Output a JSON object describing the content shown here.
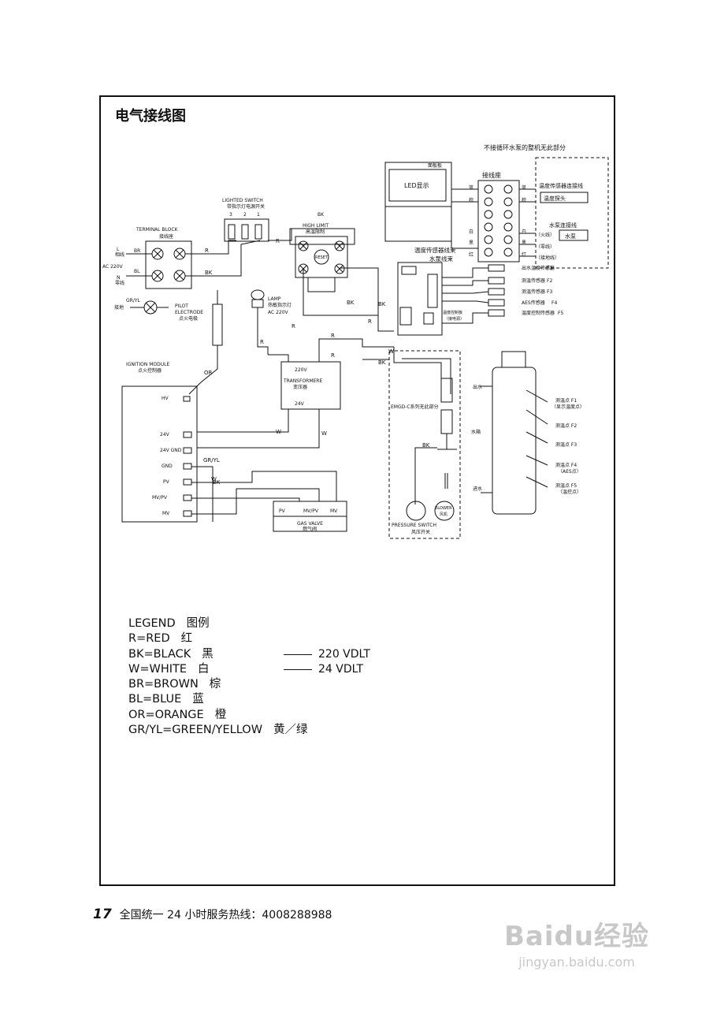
{
  "title": "电气接线图",
  "diagram": {
    "terminal_block": {
      "label": "TERMINAL BLOCK",
      "sub": "接线座",
      "l": "L",
      "l_sub": "相线",
      "n": "N",
      "n_sub": "零线",
      "ac": "AC 220V",
      "br": "BR",
      "bl": "BL"
    },
    "lighted_switch": {
      "label": "LIGHTED SWITCH",
      "sub": "带指示灯电源开关",
      "pins": [
        "3",
        "2",
        "1"
      ]
    },
    "high_limit": {
      "label": "HIGH LIMIT",
      "sub": "高温限制",
      "reset": "RESET",
      "bk": "BK"
    },
    "led": {
      "label": "LED显示",
      "sub": "面板板"
    },
    "connector": {
      "label": "接线座",
      "left_marks": [
        "蓝",
        "棕",
        "白",
        "黑",
        "红"
      ],
      "right_marks": [
        "蓝",
        "棕",
        "白",
        "黑",
        "红"
      ]
    },
    "note": "不接循环水泵的整机无此部分",
    "temp_sensor_line": "温度传感器连接线",
    "temp_probe": "温度探头",
    "pump_line": "水泵连接线",
    "pump_items": [
      "（火线）",
      "（零线）",
      "（接地线）"
    ],
    "pump": "水泵",
    "harness_1": "温度传感器线束",
    "harness_2": "水泵线束",
    "sensors": [
      {
        "cn": "出水温度传感器",
        "tag": "F1"
      },
      {
        "cn": "测温传感器",
        "tag": "F2"
      },
      {
        "cn": "测温传感器",
        "tag": "F3"
      },
      {
        "cn": "AES传感器",
        "tag": "F4"
      },
      {
        "cn": "温度控制传感器",
        "tag": "F5"
      }
    ],
    "temp_board": "温度控制板",
    "temp_board_sub": "（接电源）",
    "pilot": {
      "label": "PILOT",
      "label2": "ELECTRODE",
      "sub": "点火电极",
      "gryl": "GR/YL",
      "ground": "接地"
    },
    "lamp": {
      "label": "LAMP",
      "sub": "热敏指示灯",
      "ac": "AC 220V"
    },
    "transformer": {
      "label": "TRANSFORMERE",
      "sub": "变压器",
      "v220": "220V",
      "v24": "24V"
    },
    "ignition": {
      "label": "IGNITION MODULE",
      "sub": "点火控制器",
      "pins": [
        "HV",
        "24V",
        "24V GND",
        "GND",
        "PV",
        "MV/PV",
        "MV"
      ]
    },
    "gas_valve": {
      "label": "GAS VALVE",
      "sub": "燃气阀",
      "pv": "PV",
      "mvpv": "MV/PV",
      "mv": "MV"
    },
    "emgd": "EMGD-C系列无此部分",
    "pressure_switch": {
      "label": "PRESSURE SWITCH",
      "sub": "风压开关"
    },
    "blower": {
      "label": "BLOWER",
      "sub": "风机"
    },
    "tank": {
      "out": "出水",
      "tank": "水箱",
      "in": "进水",
      "points": [
        {
          "label": "测温点 F1",
          "sub": "（显示温度点）"
        },
        {
          "label": "测温点 F2",
          "sub": ""
        },
        {
          "label": "测温点 F3",
          "sub": ""
        },
        {
          "label": "测温点 F4",
          "sub": "（AES点）"
        },
        {
          "label": "测温点 F5",
          "sub": "（温控点）"
        }
      ]
    },
    "wire_labels": {
      "r": "R",
      "bk": "BK",
      "w": "W",
      "or": "OR",
      "gryl": "GR/YL"
    }
  },
  "legend": [
    {
      "code": "LEGEND",
      "cn": "图例"
    },
    {
      "code": "R=RED",
      "cn": "红"
    },
    {
      "code": "BK=BLACK",
      "cn": "黑"
    },
    {
      "code": "W=WHITE",
      "cn": "白"
    },
    {
      "code": "BR=BROWN",
      "cn": "棕"
    },
    {
      "code": "BL=BLUE",
      "cn": "蓝"
    },
    {
      "code": "OR=ORANGE",
      "cn": "橙"
    },
    {
      "code": "GR/YL=GREEN/YELLOW",
      "cn": "黄／绿"
    }
  ],
  "voltage_legend": [
    "220 VDLT",
    "24 VDLT"
  ],
  "footer": {
    "page": "17",
    "hotline": "全国统一 24 小时服务热线：4008288988"
  },
  "watermark": {
    "brand": "Baidu经验",
    "url": "jingyan.baidu.com"
  }
}
